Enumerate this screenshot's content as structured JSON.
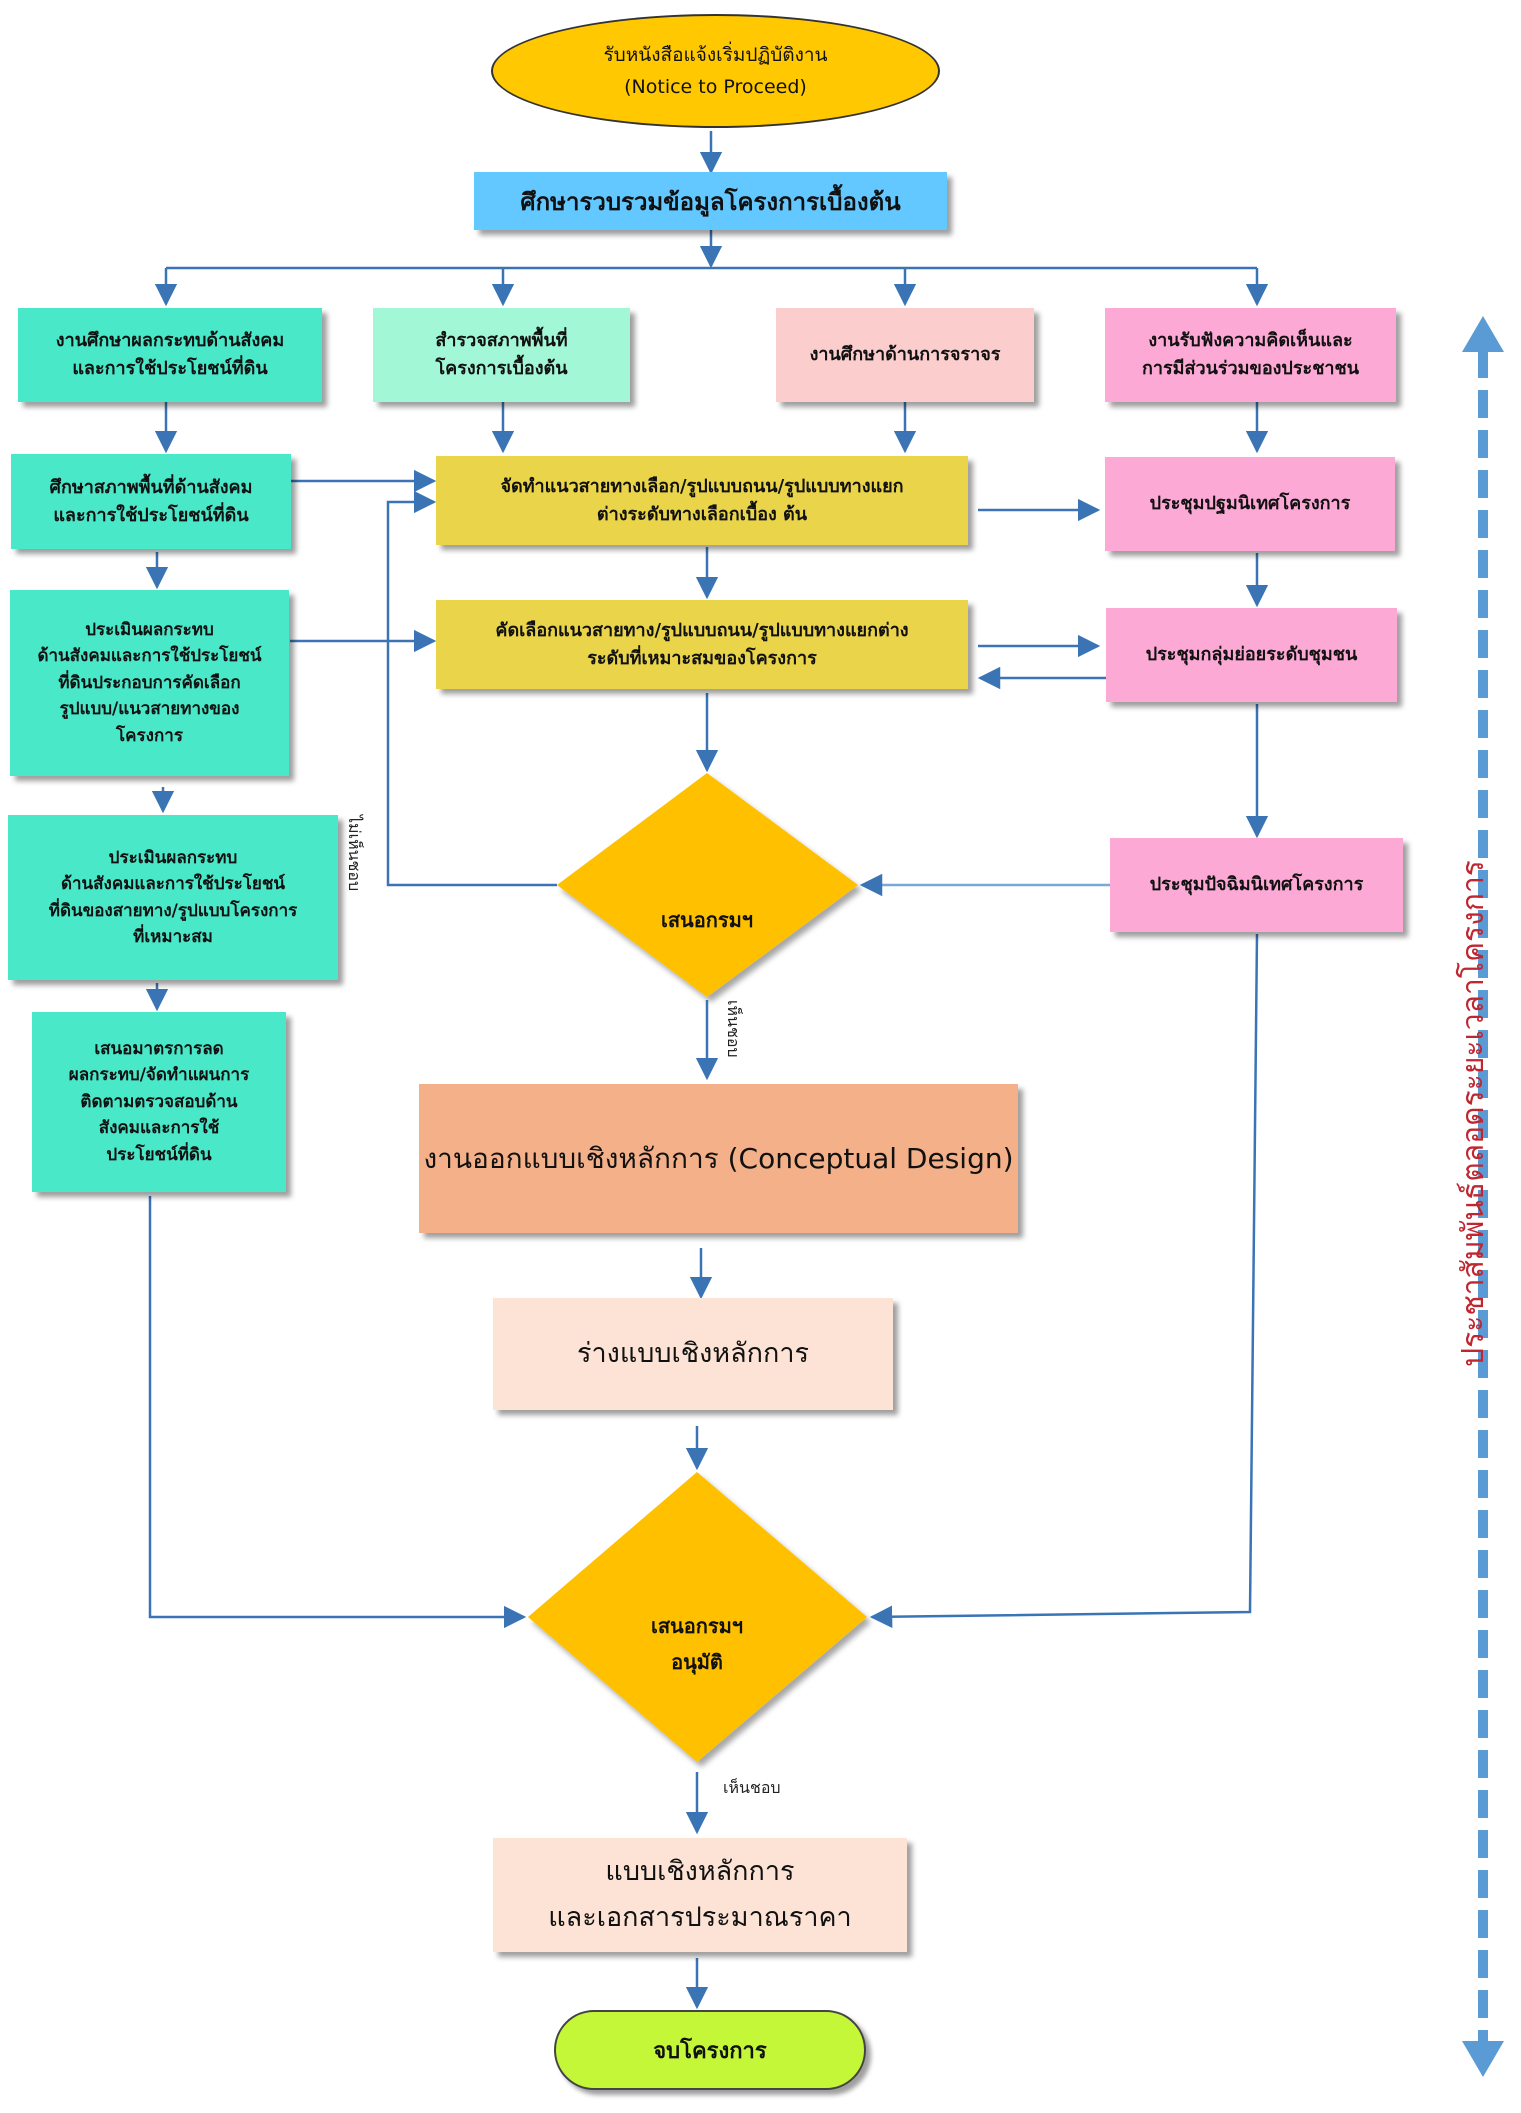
{
  "nodes": {
    "start": "รับหนังสือแจ้งเริ่มปฏิบัติงาน\n(Notice to Proceed)",
    "collect": "ศึกษารวบรวมข้อมูลโครงการเบื้องต้น",
    "social_study": "งานศึกษาผลกระทบด้านสังคม\nและการใช้ประโยชน์ที่ดิน",
    "survey": "สำรวจสภาพพื้นที่\nโครงการเบื้องต้น",
    "traffic": "งานศึกษาด้านการจราจร",
    "public": "งานรับฟังความคิดเห็นและ\nการมีส่วนร่วมของประชาชน",
    "social_area": "ศึกษาสภาพพื้นที่ด้านสังคม\nและการใช้ประโยชน์ที่ดิน",
    "alignment": "จัดทำแนวสายทางเลือก/รูปแบบถนน/รูปแบบทางแยก\nต่างระดับทางเลือกเบื้อง ต้น",
    "kickoff": "ประชุมปฐมนิเทศโครงการ",
    "assess_select": "ประเมินผลกระทบ\nด้านสังคมและการใช้ประโยชน์\nที่ดินประกอบการคัดเลือก\nรูปแบบ/แนวสายทางของ\nโครงการ",
    "select": "คัดเลือกแนวสายทาง/รูปแบบถนน/รูปแบบทางแยกต่าง\nระดับที่เหมาะสมของโครงการ",
    "focus_group": "ประชุมกลุ่มย่อยระดับชุมชน",
    "assess_suitable": "ประเมินผลกระทบ\nด้านสังคมและการใช้ประโยชน์\nที่ดินของสายทาง/รูปแบบโครงการ\nที่เหมาะสม",
    "submit_dept": "เสนอกรมฯ",
    "final_meeting": "ประชุมปัจฉิมนิเทศโครงการ",
    "mitigation": "เสนอมาตรการลด\nผลกระทบ/จัดทำแผนการ\nติดตามตรวจสอบด้าน\nสังคมและการใช้\nประโยชน์ที่ดิน",
    "conceptual": "งานออกแบบเชิงหลักการ (Conceptual Design)",
    "draft": "ร่างแบบเชิงหลักการ",
    "approve": "เสนอกรมฯ\nอนุมัติ",
    "final_doc": "แบบเชิงหลักการ\nและเอกสารประมาณราคา",
    "end": "จบโครงการ"
  },
  "labels": {
    "reject": "ไม่เห็นชอบ",
    "agree_vertical": "เห็นชอบ",
    "agree": "เห็นชอบ",
    "side_note": "ประชาสัมพันธ์ตลอดระยะเวลาโครงการ"
  },
  "colors": {
    "line": "#3A74B5",
    "side_arrow": "#5B9BD5",
    "diamond": "#FFC000",
    "side_text": "#C0262F"
  }
}
